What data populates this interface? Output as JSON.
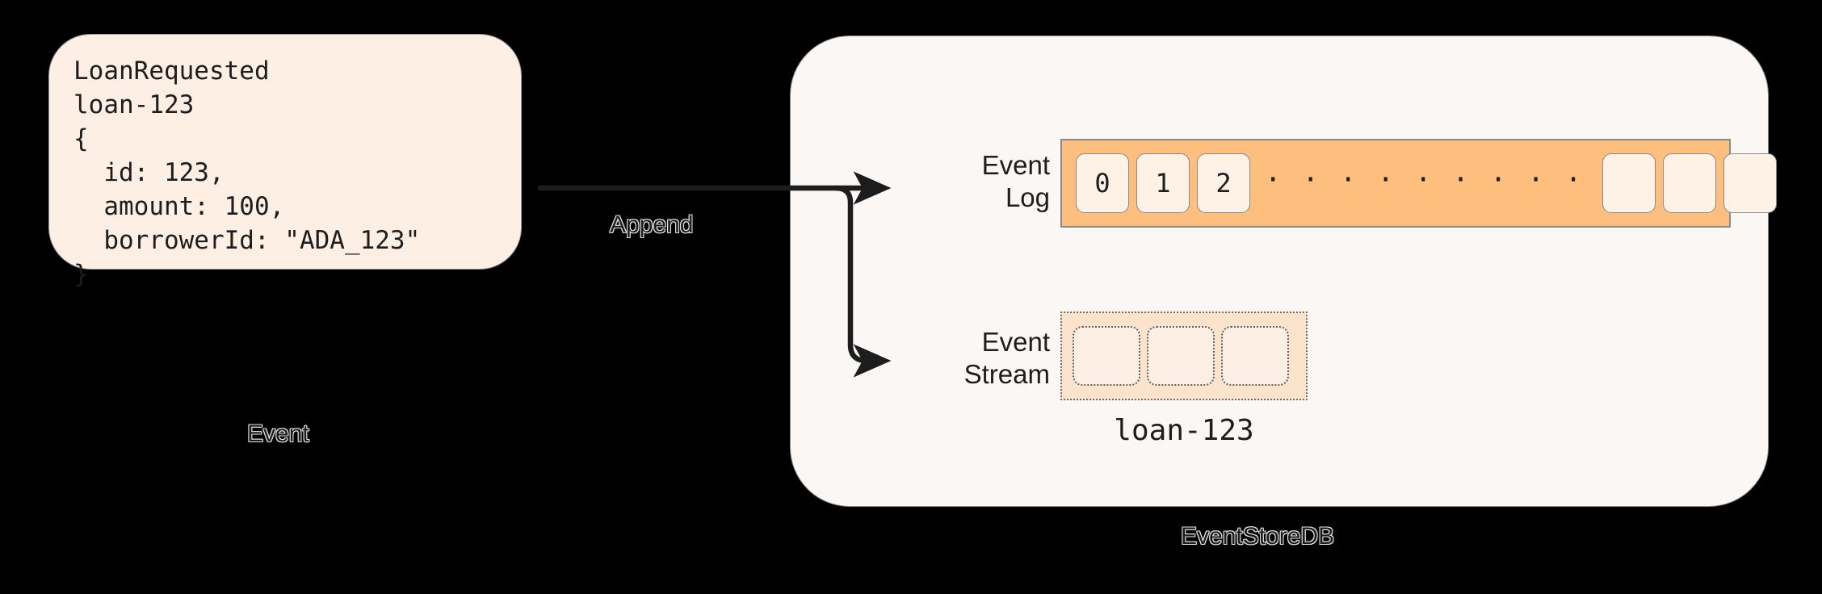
{
  "event_card": {
    "name": "Event",
    "code": "LoanRequested\nloan-123\n{\n  id: 123,\n  amount: 100,\n  borrowerId: \"ADA_123\"\n}",
    "caption": "Event",
    "fill": "#FDEFE3",
    "border": "#9A9A9A"
  },
  "arrow": {
    "label": "Append"
  },
  "eventstoredb": {
    "caption": "EventStoreDB",
    "fill": "#FAF7F4",
    "border": "#8F8F8F",
    "event_log": {
      "label": "Event\nLog",
      "bar_fill": "#FDBE7E",
      "cell_fill": "#FEF1E6",
      "cells": [
        "0",
        "1",
        "2"
      ],
      "ellipsis": [
        "·",
        "·",
        "·",
        "·",
        "·",
        "·",
        "·",
        "·",
        "·"
      ],
      "trailing_cells": [
        "",
        "",
        ""
      ]
    },
    "event_stream": {
      "label": "Event\nStream",
      "box_fill": "#FCE3CC",
      "cell_fill": "#FDEFE3",
      "cells": [
        "",
        "",
        ""
      ],
      "stream_name": "loan-123"
    }
  },
  "canvas": {
    "background": "#000000",
    "width": "2256",
    "height": "736"
  }
}
